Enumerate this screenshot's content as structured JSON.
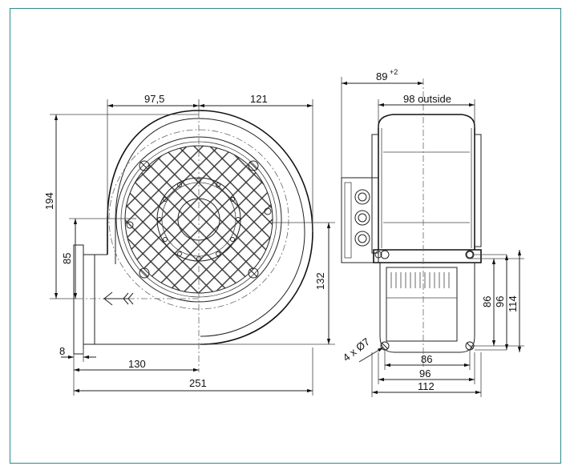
{
  "dimensions": {
    "d_97_5": "97,5",
    "d_121": "121",
    "d_194": "194",
    "d_85": "85",
    "d_132": "132",
    "d_8": "8",
    "d_130": "130",
    "d_251": "251",
    "d_89": "89",
    "d_89_tol": "+2",
    "d_98_outside": "98 outside",
    "d_86_side": "86",
    "d_96_side": "96",
    "d_114": "114",
    "d_holes": "4 x Ø7",
    "d_86_bottom": "86",
    "d_96_bottom": "96",
    "d_112": "112"
  },
  "colors": {
    "frame": "#2e8b8b",
    "line": "#222222"
  }
}
